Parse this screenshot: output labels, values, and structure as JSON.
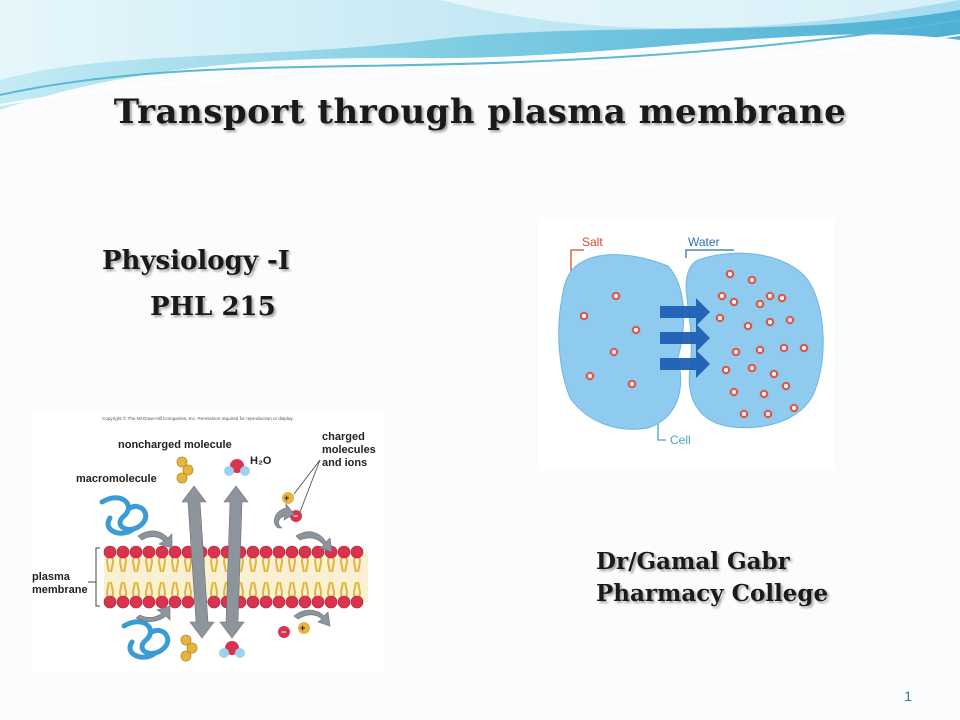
{
  "slide": {
    "title": "Transport through plasma membrane",
    "course_name": "Physiology -I",
    "course_code": "PHL 215",
    "author": "Dr/Gamal Gabr",
    "institution": "Pharmacy College",
    "page_number": "1"
  },
  "osmosis_figure": {
    "salt_label": "Salt",
    "water_label": "Water",
    "cell_label": "Cell"
  },
  "membrane_figure": {
    "copyright": "Copyright © The McGraw-Hill Companies, Inc. Permission required for reproduction or display.",
    "noncharged_label": "noncharged molecule",
    "water_label": "H₂O",
    "charged_label_line1": "charged",
    "charged_label_line2": "molecules",
    "charged_label_line3": "and ions",
    "macromolecule_label": "macromolecule",
    "plasma_label_line1": "plasma",
    "plasma_label_line2": "membrane"
  },
  "colors": {
    "accent": "#2a77b8",
    "wave_light": "#cfeef5",
    "wave_mid": "#8fd3e6",
    "cell_fill": "#8fcbef",
    "arrow_blue": "#1f5fb5",
    "lipid_head": "#d9334f",
    "lipid_tail": "#e4b43a"
  }
}
